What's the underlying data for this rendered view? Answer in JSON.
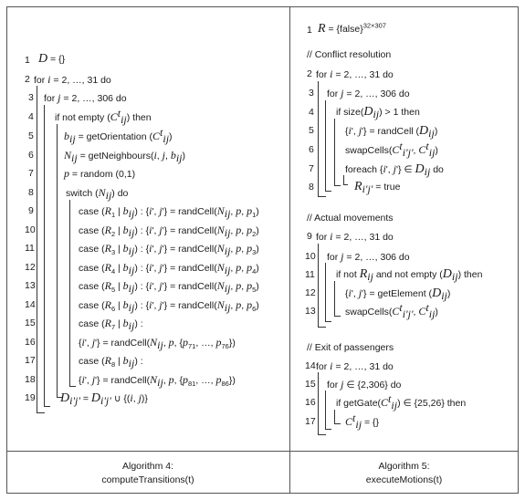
{
  "left": {
    "lines": [
      {
        "n": "1",
        "t": "𝐷 = {}"
      },
      {
        "n": "2",
        "t": "for 𝑖 = 2, …, 31 do"
      },
      {
        "n": "3",
        "t": "for 𝑗 = 2, …, 306 do"
      },
      {
        "n": "4",
        "t": "if not empty (𝐶ᵗᵢⱼ) then"
      },
      {
        "n": "5",
        "t": "𝑏ᵢⱼ = getOrientation (𝐶ᵗᵢⱼ)"
      },
      {
        "n": "6",
        "t": "𝑁ᵢⱼ = getNeighbours(𝑖, 𝑗, 𝑏ᵢⱼ)"
      },
      {
        "n": "7",
        "t": "𝑝 = random (0,1)"
      },
      {
        "n": "8",
        "t": "switch (𝑁ᵢⱼ) do"
      },
      {
        "n": "9",
        "t": "case (𝑅₁ | 𝑏ᵢⱼ) : {𝑖', 𝑗'} = randCell(𝑁ᵢⱼ, 𝑝, 𝑝₁)"
      },
      {
        "n": "10",
        "t": "case (𝑅₂ | 𝑏ᵢⱼ) : {𝑖', 𝑗'} = randCell(𝑁ᵢⱼ, 𝑝, 𝑝₂)"
      },
      {
        "n": "11",
        "t": "case (𝑅₃ | 𝑏ᵢⱼ) : {𝑖', 𝑗'} = randCell(𝑁ᵢⱼ, 𝑝, 𝑝₃)"
      },
      {
        "n": "12",
        "t": "case (𝑅₄ | 𝑏ᵢⱼ) : {𝑖', 𝑗'} = randCell(𝑁ᵢⱼ, 𝑝, 𝑝₄)"
      },
      {
        "n": "13",
        "t": "case (𝑅₅ | 𝑏ᵢⱼ) : {𝑖', 𝑗'} = randCell(𝑁ᵢⱼ, 𝑝, 𝑝₅)"
      },
      {
        "n": "14",
        "t": "case (𝑅₆ | 𝑏ᵢⱼ) : {𝑖', 𝑗'} = randCell(𝑁ᵢⱼ, 𝑝, 𝑝₆)"
      },
      {
        "n": "15",
        "t": "case (𝑅₇ | 𝑏ᵢⱼ) :"
      },
      {
        "n": "16",
        "t": "{𝑖', 𝑗'} = randCell(𝑁ᵢⱼ, 𝑝, {𝑝₇₁, …, 𝑝₇₆})"
      },
      {
        "n": "17",
        "t": "case (𝑅₈ | 𝑏ᵢⱼ) :"
      },
      {
        "n": "18",
        "t": "{𝑖', 𝑗'} = randCell(𝑁ᵢⱼ, 𝑝, {𝑝₈₁, …, 𝑝₈₆})"
      },
      {
        "n": "19",
        "t": "𝐷ᵢ'ⱼ' = 𝐷ᵢ'ⱼ' ∪ {(𝑖, 𝑗)}"
      }
    ],
    "caption_1": "Algorithm 4:",
    "caption_2": "computeTransitions(t)"
  },
  "right": {
    "lines": [
      {
        "n": "1",
        "t": "𝑅 = {false}³²ˣ³⁰⁷"
      },
      {
        "n": "",
        "t": "// Conflict resolution"
      },
      {
        "n": "2",
        "t": "for 𝑖 = 2, …, 31 do"
      },
      {
        "n": "3",
        "t": "for 𝑗 = 2, …, 306 do"
      },
      {
        "n": "4",
        "t": "if size(𝐷ᵢⱼ) > 1 then"
      },
      {
        "n": "5",
        "t": "{𝑖', 𝑗'} = randCell (𝐷ᵢⱼ)"
      },
      {
        "n": "6",
        "t": "swapCells(𝐶ᵗᵢ'ⱼ', 𝐶ᵗᵢⱼ)"
      },
      {
        "n": "7",
        "t": "foreach {𝑖', 𝑗'} ∈ 𝐷ᵢⱼ do"
      },
      {
        "n": "8",
        "t": "𝑅ᵢ'ⱼ' = true"
      },
      {
        "n": "",
        "t": "// Actual movements"
      },
      {
        "n": "9",
        "t": "for 𝑖 = 2, …, 31 do"
      },
      {
        "n": "10",
        "t": "for 𝑗 = 2, …, 306 do"
      },
      {
        "n": "11",
        "t": "if not 𝑅ᵢⱼ and not empty (𝐷ᵢⱼ) then"
      },
      {
        "n": "12",
        "t": "{𝑖', 𝑗'} = getElement (𝐷ᵢⱼ)"
      },
      {
        "n": "13",
        "t": "swapCells(𝐶ᵗᵢ'ⱼ', 𝐶ᵗᵢⱼ)"
      },
      {
        "n": "",
        "t": "// Exit of passengers"
      },
      {
        "n": "14",
        "t": "for 𝑖 = 2, …, 31 do"
      },
      {
        "n": "15",
        "t": "for 𝑗 ∈ {2,306} do"
      },
      {
        "n": "16",
        "t": "if getGate(𝐶ᵗᵢⱼ) ∈ {25,26} then"
      },
      {
        "n": "17",
        "t": "𝐶ᵗᵢⱼ = {}"
      }
    ],
    "caption_1": "Algorithm 5:",
    "caption_2": "executeMotions(t)"
  }
}
